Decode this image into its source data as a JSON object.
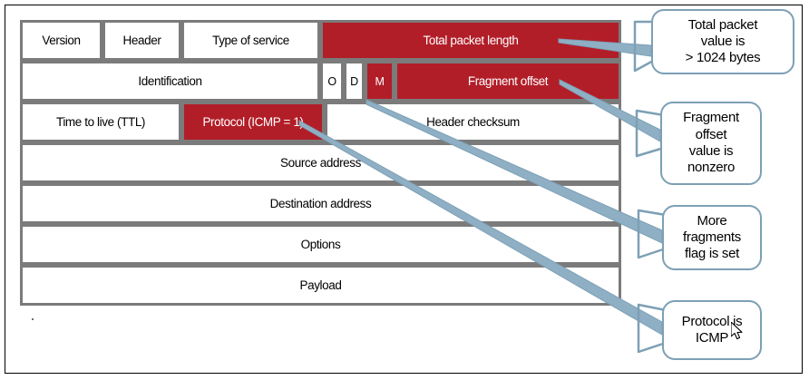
{
  "diagram": {
    "title": "IP packet header with ICMP fragmentation indicators",
    "colors": {
      "highlight_red": "#b21e28",
      "cell_border_gray": "#7b7b7b",
      "callout_blue": "#7da0b5",
      "frame_black": "#000000",
      "cell_background": "#ffffff"
    },
    "rows": [
      {
        "name": "row-1",
        "cells": [
          {
            "name": "version",
            "label": "Version",
            "highlighted": false
          },
          {
            "name": "header",
            "label": "Header",
            "highlighted": false
          },
          {
            "name": "type-of-service",
            "label": "Type of service",
            "highlighted": false
          },
          {
            "name": "total-packet-length",
            "label": "Total packet length",
            "highlighted": true
          }
        ]
      },
      {
        "name": "row-2",
        "cells": [
          {
            "name": "identification",
            "label": "Identification",
            "highlighted": false
          },
          {
            "name": "flag-o",
            "label": "O",
            "highlighted": false
          },
          {
            "name": "flag-d",
            "label": "D",
            "highlighted": false
          },
          {
            "name": "flag-m",
            "label": "M",
            "highlighted": true
          },
          {
            "name": "fragment-offset",
            "label": "Fragment offset",
            "highlighted": true
          }
        ]
      },
      {
        "name": "row-3",
        "cells": [
          {
            "name": "time-to-live",
            "label": "Time to live (TTL)",
            "highlighted": false
          },
          {
            "name": "protocol",
            "label": "Protocol (ICMP = 1)",
            "highlighted": true
          },
          {
            "name": "header-checksum",
            "label": "Header checksum",
            "highlighted": false
          }
        ]
      },
      {
        "name": "row-4",
        "cells": [
          {
            "name": "source-address",
            "label": "Source address",
            "highlighted": false
          }
        ]
      },
      {
        "name": "row-5",
        "cells": [
          {
            "name": "destination-address",
            "label": "Destination address",
            "highlighted": false
          }
        ]
      },
      {
        "name": "row-6",
        "cells": [
          {
            "name": "options",
            "label": "Options",
            "highlighted": false
          }
        ]
      },
      {
        "name": "row-7",
        "cells": [
          {
            "name": "payload",
            "label": "Payload",
            "highlighted": false
          }
        ]
      }
    ],
    "callouts": [
      {
        "name": "callout-total-packet-length",
        "lines": [
          "Total packet",
          "value is",
          "> 1024 bytes"
        ],
        "points_to": "total-packet-length"
      },
      {
        "name": "callout-fragment-offset",
        "lines": [
          "Fragment",
          "offset",
          "value is",
          "nonzero"
        ],
        "points_to": "fragment-offset"
      },
      {
        "name": "callout-more-fragments",
        "lines": [
          "More",
          "fragments",
          "flag is set"
        ],
        "points_to": "flag-m"
      },
      {
        "name": "callout-protocol",
        "lines": [
          "Protocol is",
          "ICMP"
        ],
        "points_to": "protocol"
      }
    ]
  }
}
